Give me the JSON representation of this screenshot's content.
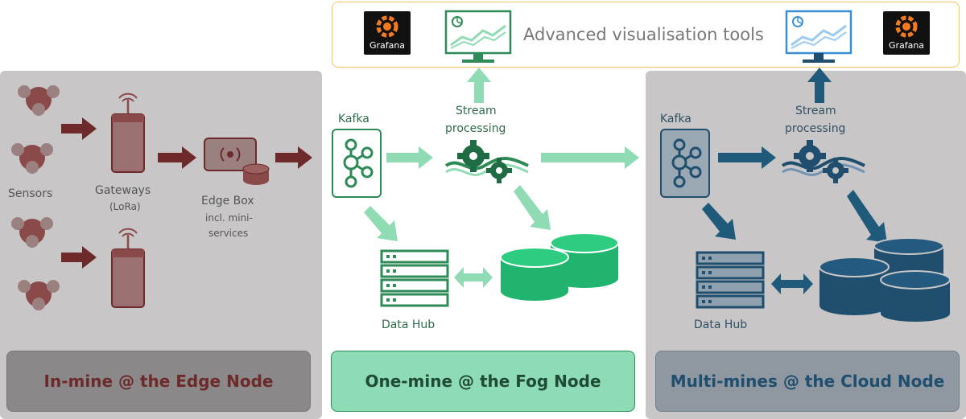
{
  "top_banner": {
    "title": "Advanced visualisation tools",
    "grafana_label": "Grafana"
  },
  "edge": {
    "sensors_label": "Sensors",
    "gateways_label": "Gateways",
    "gateways_sub": "(LoRa)",
    "edgebox_label": "Edge Box",
    "edgebox_sub1": "incl. mini-",
    "edgebox_sub2": "services",
    "footer": "In-mine @ the Edge Node",
    "colors": {
      "panel": "#c8c6c6",
      "icon": "#8b4a4a",
      "arrow": "#6e2a2a",
      "footer_text": "#6e2a2a"
    }
  },
  "fog": {
    "kafka_label": "Kafka",
    "stream_label_1": "Stream",
    "stream_label_2": "processing",
    "datahub_label": "Data Hub",
    "footer": "One-mine @ the Fog Node",
    "colors": {
      "icon": "#2e8b57",
      "arrow": "#8fdcb4",
      "footer_bg": "#8edcb6",
      "footer_text": "#1f4a35"
    }
  },
  "cloud": {
    "kafka_label": "Kafka",
    "stream_label_1": "Stream",
    "stream_label_2": "processing",
    "datahub_label": "Data Hub",
    "footer": "Multi-mines @ the Cloud Node",
    "colors": {
      "panel": "#c8c6c6",
      "icon": "#1f4e6e",
      "arrow": "#1f5a7a",
      "footer_text": "#1f4e6e"
    }
  }
}
